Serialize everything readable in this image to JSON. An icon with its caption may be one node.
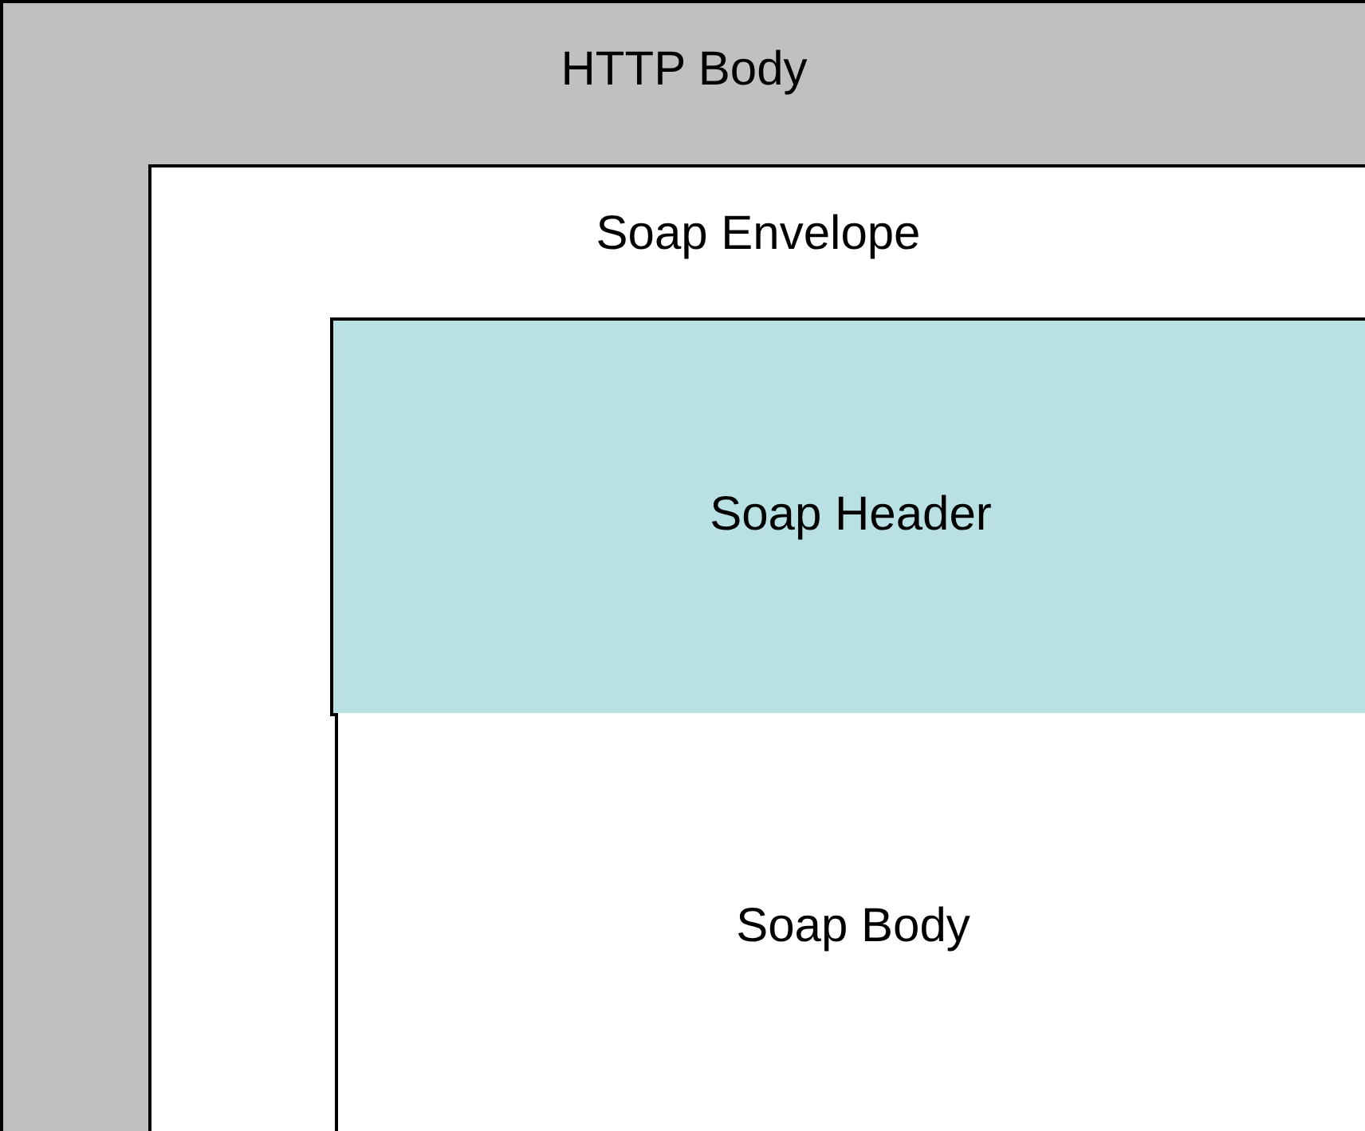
{
  "diagram": {
    "nodes": [
      {
        "text": [
          "HTTP Body"
        ]
      },
      {
        "text": [
          "Soap Envelope"
        ],
        "in": 0
      },
      {
        "text": [
          "Soap Header"
        ],
        "in": 1
      },
      {
        "text": [
          "Soap Body"
        ],
        "in": 1
      }
    ]
  }
}
